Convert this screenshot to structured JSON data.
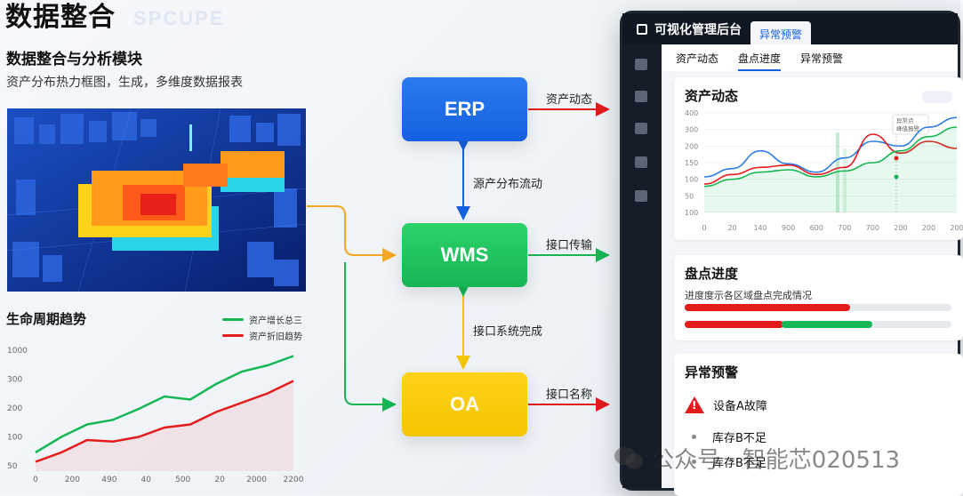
{
  "left": {
    "main_title": "数据整合",
    "watermark_text": "SPCUPE",
    "module_title": "数据整合与分析模块",
    "module_desc": "资产分布热力框图，生成，多维度数据报表",
    "trend_title": "生命周期趋势",
    "trend_legend": [
      "资产增长总三",
      "资产折旧趋势"
    ],
    "trend_chart": {
      "type": "line",
      "y_ticks": [
        "1000",
        "300",
        "200",
        "100",
        "50"
      ],
      "x_ticks": [
        "0",
        "200",
        "490",
        "40",
        "500",
        "20",
        "2000",
        "2200"
      ],
      "series": [
        {
          "name": "资产增长总三",
          "color": "#17b655",
          "values": [
            60,
            110,
            150,
            165,
            200,
            240,
            230,
            280,
            320,
            340,
            370
          ]
        },
        {
          "name": "资产折旧趋势",
          "color": "#e21b1b",
          "values": [
            30,
            60,
            100,
            95,
            110,
            140,
            150,
            190,
            220,
            250,
            290
          ]
        }
      ]
    }
  },
  "flow": {
    "nodes": {
      "erp": "ERP",
      "wms": "WMS",
      "oa": "OA"
    },
    "labels": {
      "erp_out": "资产动态",
      "erp_wms": "源产分布流动",
      "wms_out": "接口传输",
      "wms_oa": "接口系统完成",
      "oa_out": "接口名称"
    },
    "colors": {
      "arrow_red": "#e21b1b",
      "arrow_blue": "#1560e0",
      "arrow_orange": "#f5a623",
      "arrow_green": "#17b655",
      "arrow_yellow": "#f5c400"
    }
  },
  "dashboard": {
    "title": "可视化管理后台",
    "header_tab": "异常预警",
    "tabs": [
      "资产动态",
      "盘点进度",
      "异常预警"
    ],
    "active_tab": "盘点进度",
    "asset_card": {
      "title": "资产动态",
      "y_ticks": [
        "400",
        "300",
        "200",
        "150",
        "100",
        "50",
        "100"
      ],
      "x_ticks": [
        "0",
        "20",
        "140",
        "900",
        "600",
        "700",
        "700",
        "200",
        "200",
        "200"
      ],
      "tooltip": [
        "异常点",
        "峰值报警"
      ],
      "series": [
        {
          "name": "blue",
          "color": "#2a7de1",
          "values": [
            150,
            185,
            260,
            205,
            170,
            230,
            300,
            280,
            360,
            400
          ]
        },
        {
          "name": "red",
          "color": "#e21b1b",
          "values": [
            120,
            160,
            190,
            200,
            160,
            190,
            330,
            250,
            300,
            270
          ]
        },
        {
          "name": "green",
          "color": "#17b655",
          "values": [
            110,
            140,
            170,
            180,
            150,
            175,
            210,
            260,
            320,
            360
          ]
        }
      ]
    },
    "progress_card": {
      "title": "盘点进度",
      "desc": "进度度示各区域盘点完成情况",
      "bars": [
        {
          "red": 0.62,
          "green": 0
        },
        {
          "red": 0.37,
          "green": 0.34
        }
      ]
    },
    "alert_card": {
      "title": "异常预警",
      "items": [
        "设备A故障",
        "库存B不足",
        "库存B不足"
      ]
    }
  },
  "footer_watermark": "公众号 · 智能芯020513"
}
